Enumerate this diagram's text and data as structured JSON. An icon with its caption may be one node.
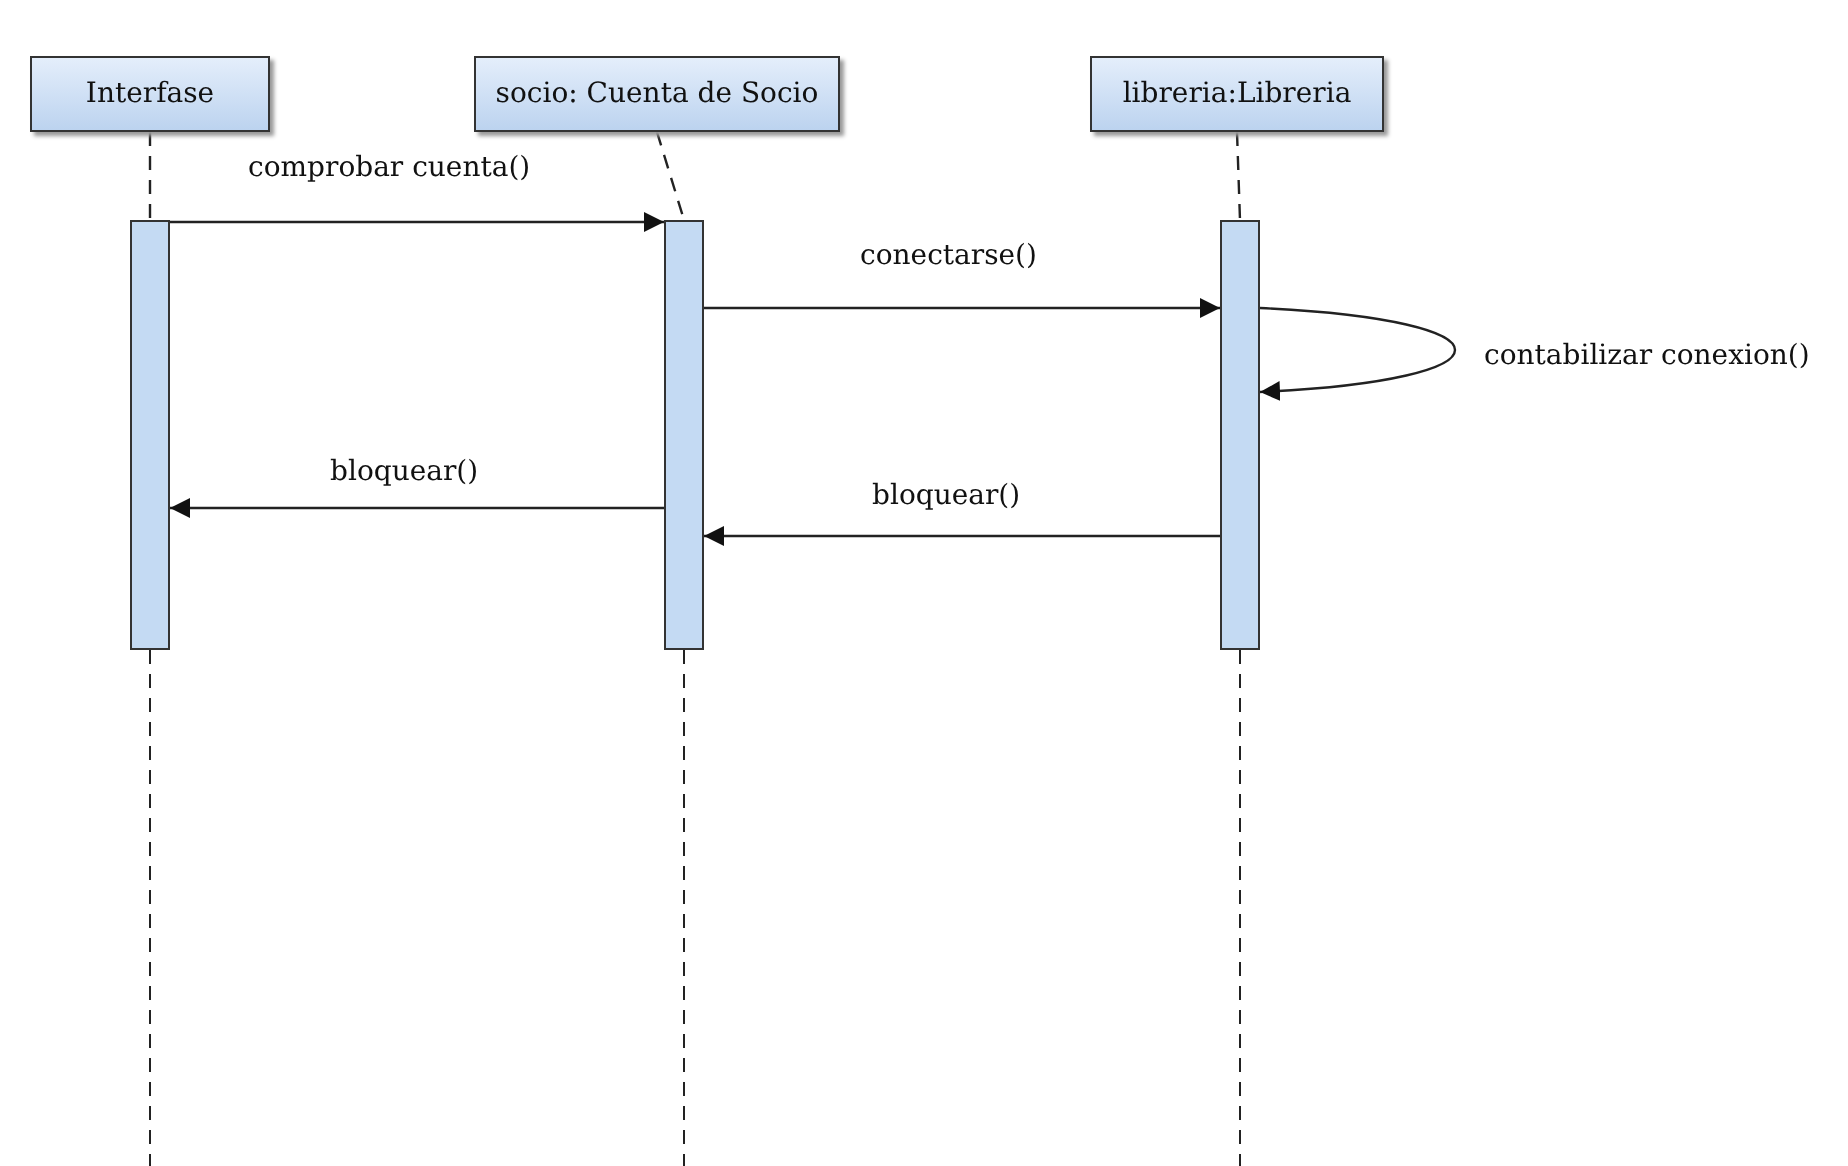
{
  "diagram": {
    "nodes": [
      {
        "text": [
          "Interfase"
        ]
      },
      {
        "text": [
          "socio: Cuenta de Socio"
        ]
      },
      {
        "text": [
          "libreria:Libreria"
        ]
      },
      {
        "text": [],
        "shape": "bar"
      },
      {
        "text": [],
        "shape": "bar"
      },
      {
        "text": [],
        "shape": "bar"
      }
    ],
    "edges": [
      {
        "from": 0,
        "to": 3,
        "arrow": "none",
        "style": "dashed"
      },
      {
        "from": 1,
        "to": 4,
        "arrow": "none",
        "style": "dashed"
      },
      {
        "from": 2,
        "to": 5,
        "arrow": "none",
        "style": "dashed"
      },
      {
        "from": 3,
        "to": 4,
        "arrow": "to",
        "label": "comprobar cuenta()"
      },
      {
        "from": 4,
        "to": 5,
        "arrow": "to",
        "label": "conectarse()"
      },
      {
        "from": 5,
        "to": 5,
        "arrow": "to",
        "label": "contabilizar conexion()"
      },
      {
        "from": 5,
        "to": 4,
        "arrow": "to",
        "label": "bloquear()"
      },
      {
        "from": 4,
        "to": 3,
        "arrow": "to",
        "label": "bloquear()"
      }
    ]
  }
}
